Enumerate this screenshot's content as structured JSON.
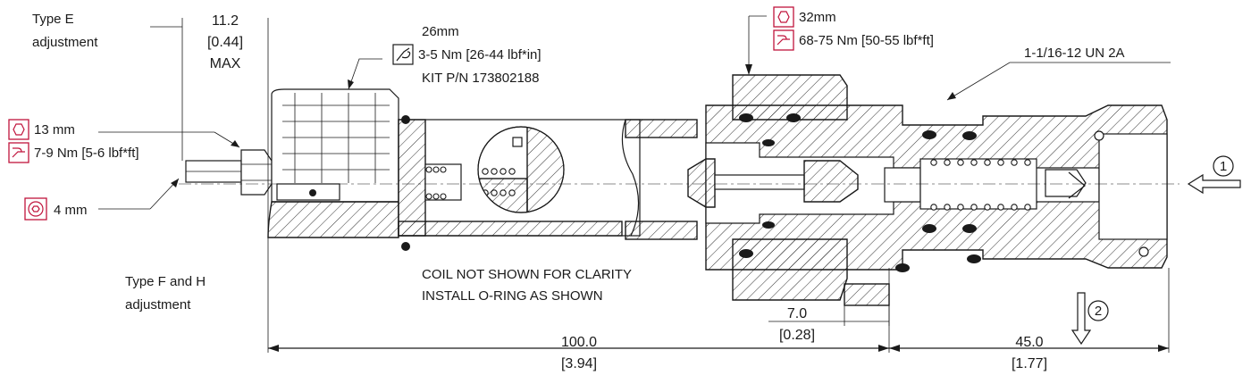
{
  "labels": {
    "type_e": [
      "Type E",
      "adjustment"
    ],
    "type_fh": [
      "Type F and H",
      "adjustment"
    ],
    "max_dim": [
      "11.2",
      "[0.44]",
      "MAX"
    ],
    "hex13": "13 mm",
    "torque_small": "7-9 Nm [5-6 lbf*ft]",
    "hex4": "4 mm",
    "nut_size": "26mm",
    "nut_torque": "3-5 Nm [26-44 lbf*in]",
    "kit": "KIT P/N 173802188",
    "hex32": "32mm",
    "torque_32": "68-75 Nm [50-55 lbf*ft]",
    "thread": "1-1/16-12 UN 2A",
    "notes": [
      "COIL NOT SHOWN FOR CLARITY",
      "INSTALL O-RING AS SHOWN"
    ],
    "dim_7": [
      "7.0",
      "[0.28]"
    ],
    "dim_100": [
      "100.0",
      "[3.94]"
    ],
    "dim_45": [
      "45.0",
      "[1.77]"
    ],
    "port_1": "1",
    "port_2": "2"
  },
  "icons": {
    "hex": "hex-wrench-icon",
    "torque": "torque-wrench-icon",
    "hand_torque": "hand-torque-icon",
    "socket": "hex-socket-icon"
  },
  "colors": {
    "icon_accent": "#c0143c",
    "line": "#1a1a1a"
  }
}
